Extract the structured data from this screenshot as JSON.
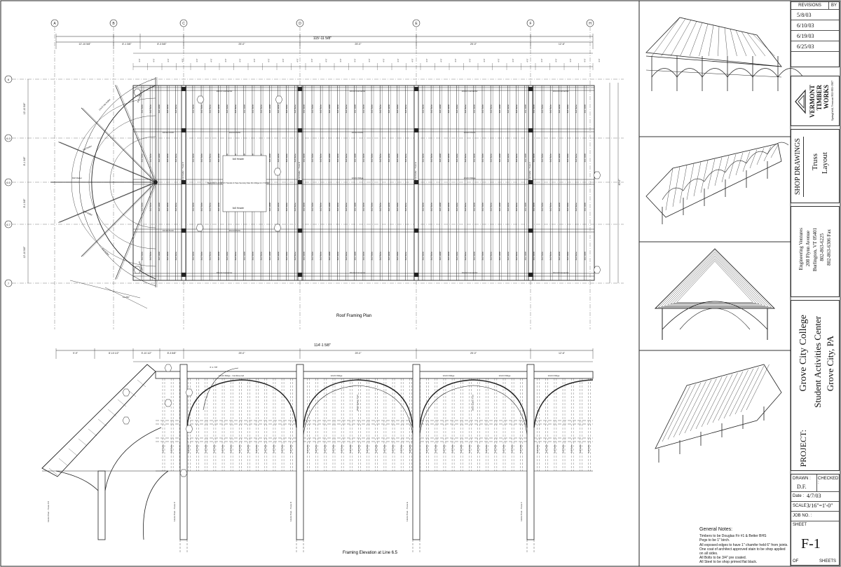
{
  "drawing": {
    "plan_title": "Roof Framing Plan",
    "elevation_title": "Framing Elevation at Line 6.5",
    "grid_cols": [
      "A",
      "B",
      "C",
      "D",
      "E",
      "F",
      "H"
    ],
    "grid_rows": [
      "6",
      "6.3",
      "6.5",
      "6.7",
      "7"
    ],
    "overall_dim_plan": "115'-11 5/8\"",
    "overall_dim_elev": "114'-1 5/8\"",
    "bay_dims_plan": [
      "12'-10 5/8\"",
      "8'-1 3/8\"",
      "8'-3 5/8\"",
      "25'-0\"",
      "25'-0\"",
      "25'-0\"",
      "12'-6\""
    ],
    "bay_dims_elev": [
      "9'-9\"",
      "8'-10 1/2\"",
      "5'-10 1/2\"",
      "8'-3 5/8\"",
      "25'-0\"",
      "25'-0\"",
      "25'-0\"",
      "12'-6\""
    ],
    "ridge_labels": [
      "12x24 Ridge - Cantilevered",
      "12x24 Ridge",
      "12x24 Ridge",
      "12x24 Ridge",
      "12x24 Ridge"
    ],
    "purlin_labels": [
      "10x14 Purlin",
      "10x14 Purlin",
      "10x14 Purlin",
      "10x14 Purlin",
      "10x14 Purlin",
      "10x14 Purlin"
    ],
    "connector_labels": [
      "10x14 Connector",
      "10x14 Connector",
      "10x14 Connector",
      "10x14 Connector",
      "10x14 Connector",
      "10x14 Connector",
      "10x14 Connector",
      "10x14 Connector"
    ],
    "rafter_label": "8x8 Rafter",
    "header_label": "6x8 Header",
    "ridge_label": "12x24 Ridge",
    "header_note": "6x8 Header",
    "ridge_cantilever": "12x24 Ridge - Cantilevered",
    "truss_labels": [
      "12x12 Rafter - Truss C",
      "12x12 Rafter - Truss D",
      "12x12 Rafter - Truss E",
      "12x12 Rafter - Truss F"
    ],
    "post_labels": [
      "12x12 Post - Truss 6.5",
      "12x12 Post - Truss C",
      "12x12 Post - Truss D",
      "12x12 Post - Truss E",
      "12x12 Post - Truss F"
    ],
    "hip_labels": [
      "12x12 Hip Rafter",
      "8x8 Rafter",
      "8x8 Rafter",
      "8x8 Rafter",
      "8x8 Rafter",
      "8x8 Rafter",
      "8x8 Rafter"
    ],
    "steel_notes": [
      "Steel Clip on 6.5@ 6.5 Transfer & Tape Securely Max Dim Ridge for 1\" Ridge"
    ]
  },
  "revisions": {
    "header": "REVISIONS",
    "by": "BY",
    "dates": [
      "5/8/03",
      "6/10/03",
      "6/19/03",
      "6/25/03"
    ]
  },
  "logo": {
    "name": "VERMONT TIMBER WORKS",
    "lines": [
      "VERMONT",
      "TIMBER",
      "WORKS"
    ],
    "tag": "Springfield, Vermont 802-885-1907"
  },
  "shop": {
    "label": "SHOP DRAWINGS",
    "subtitle_1": "Truss",
    "subtitle_2": "Layout"
  },
  "engineer": {
    "lines": [
      "Engineering Ventures",
      "208 Flynn Avenue",
      "Burlington, VT 05401",
      "802-863-6225",
      "802-863-6306 Fax"
    ]
  },
  "project": {
    "label": "PROJECT:",
    "name": "Grove City College",
    "line2": "Student Activities Center",
    "line3": "Grove City, PA"
  },
  "fields": {
    "drawn_label": "DRAWN :",
    "drawn_value": "D.F.",
    "checked_label": "CHECKED :",
    "date_label": "Date :",
    "date_value": "4/7/03",
    "scale_label": "SCALE :",
    "scale_value": "3/16\"=1'-0\"",
    "job_label": "JOB NO. :",
    "sheet_label": "SHEET",
    "sheet_value": "F-1",
    "of_label": "OF",
    "sheets_label": "SHEETS"
  },
  "notes": {
    "title": "General Notes:",
    "lines": [
      "Timbers to be Douglas Fir #1 & Better BHS",
      "Pegs to be 1\" birch.",
      "All exposed edges to have 1\" chamfer held 6\" from joints.",
      "One coat of architect approved stain to be shop applied",
      "   on all sides.",
      "All Bolts to be 3/4\" pre coated.",
      "All Steel to be shop primed flat black."
    ]
  }
}
